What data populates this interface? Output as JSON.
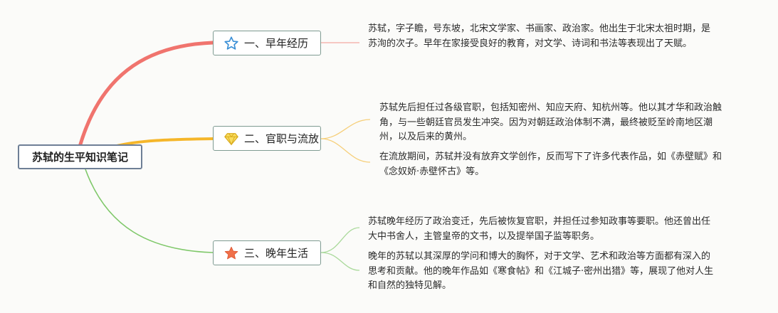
{
  "root": {
    "title": "苏轼的生平知识笔记"
  },
  "branches": [
    {
      "label": "一、早年经历",
      "icon": "star-outline-icon",
      "color": "#f0746e",
      "notes": [
        "苏轼，字子瞻，号东坡，北宋文学家、书画家、政治家。他出生于北宋太祖时期，是苏洵的次子。早年在家接受良好的教育，对文学、诗词和书法等表现出了天赋。"
      ]
    },
    {
      "label": "二、官职与流放",
      "icon": "gem-icon",
      "color": "#f5b62a",
      "notes": [
        "苏轼先后担任过各级官职，包括知密州、知应天府、知杭州等。他以其才华和政治触角，与一些朝廷官员发生冲突。因为对朝廷政治体制不满，最终被贬至岭南地区潮州，以及后来的黄州。",
        "在流放期间，苏轼并没有放弃文学创作，反而写下了许多代表作品，如《赤壁赋》和《念奴娇·赤壁怀古》等。"
      ]
    },
    {
      "label": "三、晚年生活",
      "icon": "star-filled-icon",
      "color": "#7fc86a",
      "notes": [
        "苏轼晚年经历了政治变迁，先后被恢复官职，并担任过参知政事等要职。他还曾出任大中书舍人，主管皇帝的文书，以及提举国子监等职务。",
        "晚年的苏轼以其深厚的学问和博大的胸怀，对于文学、艺术和政治等方面都有深入的思考和贡献。他的晚年作品如《寒食帖》和《江城子·密州出猎》等，展现了他对人生和自然的独特见解。"
      ]
    }
  ]
}
